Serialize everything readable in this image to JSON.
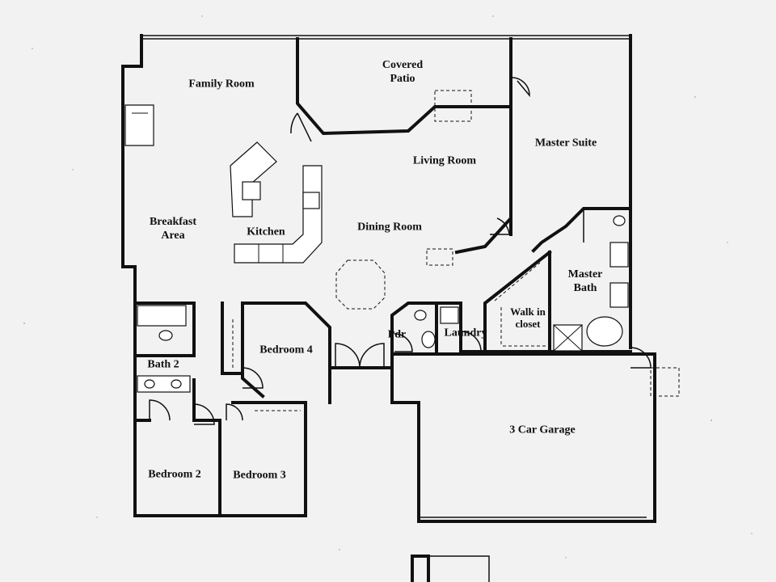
{
  "rooms": {
    "covered_patio": [
      "Covered",
      "Patio"
    ],
    "family_room": "Family Room",
    "master_suite": "Master Suite",
    "living_room": "Living Room",
    "breakfast_area": [
      "Breakfast",
      "Area"
    ],
    "kitchen": "Kitchen",
    "dining_room": "Dining Room",
    "master_bath": [
      "Master",
      "Bath"
    ],
    "walk_in_closet": [
      "Walk in",
      "closet"
    ],
    "bedroom_4": "Bedroom 4",
    "pdr": "Pdr",
    "laundry": "Laundry",
    "bath_2": "Bath 2",
    "garage": "3 Car Garage",
    "bedroom_2": "Bedroom 2",
    "bedroom_3": "Bedroom 3"
  }
}
